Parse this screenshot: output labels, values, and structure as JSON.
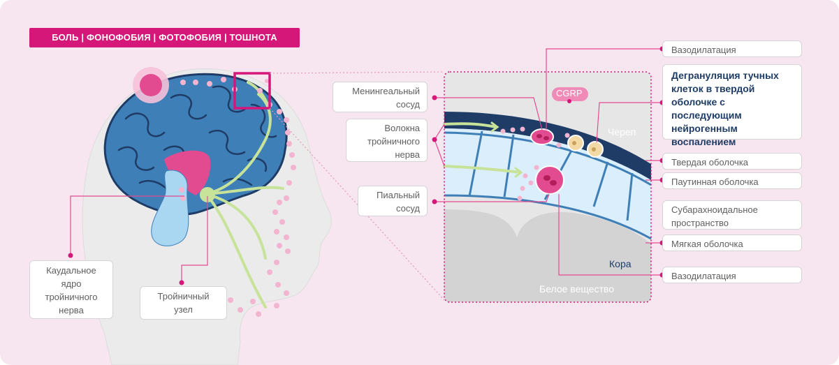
{
  "symptoms": "БОЛЬ | ФОНОФОБИЯ  | ФОТОФОБИЯ  | ТОШНОТА",
  "left_labels": {
    "caudal_nucleus": "Каудальное\nядро\nтройничного\nнерва",
    "trigeminal_ganglion": "Тройничный\nузел"
  },
  "middle_labels": {
    "meningeal_vessel": "Менингеальный\nсосуд",
    "trigeminal_fibers": "Волокна\nтройничного\nнерва",
    "pial_vessel": "Пиальный\nсосуд"
  },
  "inset_text": {
    "cgrp": "CGRP",
    "skull": "Череп",
    "cortex": "Кора",
    "white_matter": "Белое вещество"
  },
  "right_labels": {
    "vasodilation_top": "Вазодилатация",
    "degranulation": "Дегрануляция тучных\nклеток в твердой\nоболочке с последующим\nнейрогенным\nвоспалением",
    "dura": "Твердая оболочка",
    "arachnoid": "Паутинная оболочка",
    "subarachnoid": "Субарахноидальное\nпространство",
    "pia": "Мягкая оболочка",
    "vasodilation_bottom": "Вазодилатация"
  },
  "colors": {
    "accent": "#d6177a",
    "brain_blue": "#3f7fb8",
    "dark_navy": "#1e3c66",
    "nerve_green": "#c7e39a",
    "pink_dot": "#f3b4cf"
  }
}
